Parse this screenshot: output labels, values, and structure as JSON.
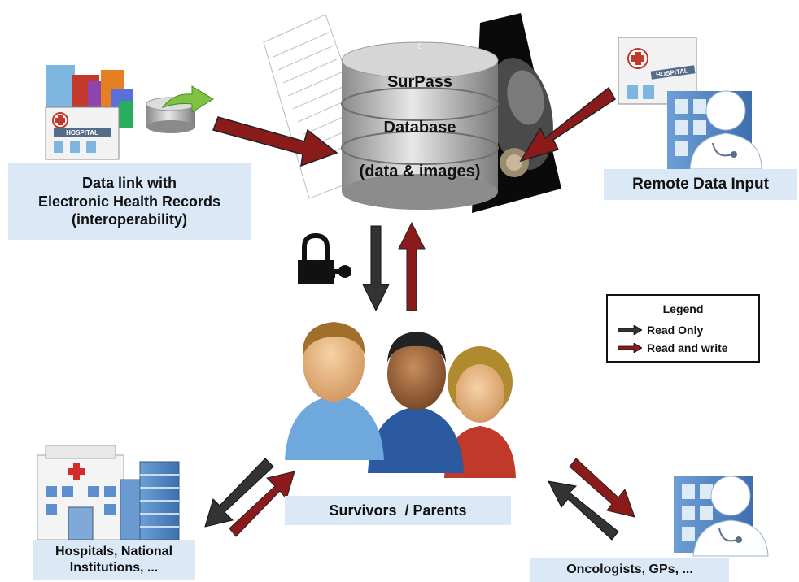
{
  "database": {
    "line1": "SurPass",
    "line2": "Database",
    "line3": "(data & images)",
    "top_number": "5"
  },
  "ehr_label": {
    "line1": "Data link with",
    "line2": "Electronic Health Records",
    "line3": "(interoperability)"
  },
  "remote_label": "Remote Data Input",
  "survivors_label": "Survivors  / Parents",
  "hospitals_label": {
    "line1": "Hospitals, National",
    "line2": "Institutions, ..."
  },
  "oncologists_label": "Oncologists, GPs, ...",
  "hospital_sign": "HOSPITAL",
  "legend": {
    "title": "Legend",
    "read_only": "Read Only",
    "read_write": "Read and write"
  },
  "colors": {
    "read_only_arrow": "#333333",
    "read_write_arrow": "#8b1a1a",
    "label_background": "#dbe9f7"
  }
}
